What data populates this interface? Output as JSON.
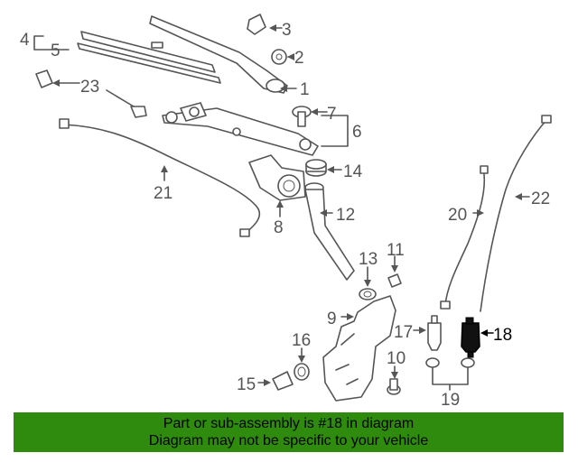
{
  "callouts": {
    "c1": "1",
    "c2": "2",
    "c3": "3",
    "c4": "4",
    "c5": "5",
    "c6": "6",
    "c7": "7",
    "c8": "8",
    "c9": "9",
    "c10": "10",
    "c11": "11",
    "c12": "12",
    "c13": "13",
    "c14": "14",
    "c15": "15",
    "c16": "16",
    "c17": "17",
    "c18": "18",
    "c19": "19",
    "c20": "20",
    "c21": "21",
    "c22": "22",
    "c23": "23"
  },
  "highlighted_part": "18",
  "banner": {
    "line1": "Part or sub-assembly is #18 in diagram",
    "line2": "Diagram may not be specific to your vehicle"
  },
  "colors": {
    "banner_background": "#2e8b0e",
    "banner_text": "#000000",
    "drawing_stroke": "#555555",
    "highlighted_part_fill": "#000000"
  }
}
